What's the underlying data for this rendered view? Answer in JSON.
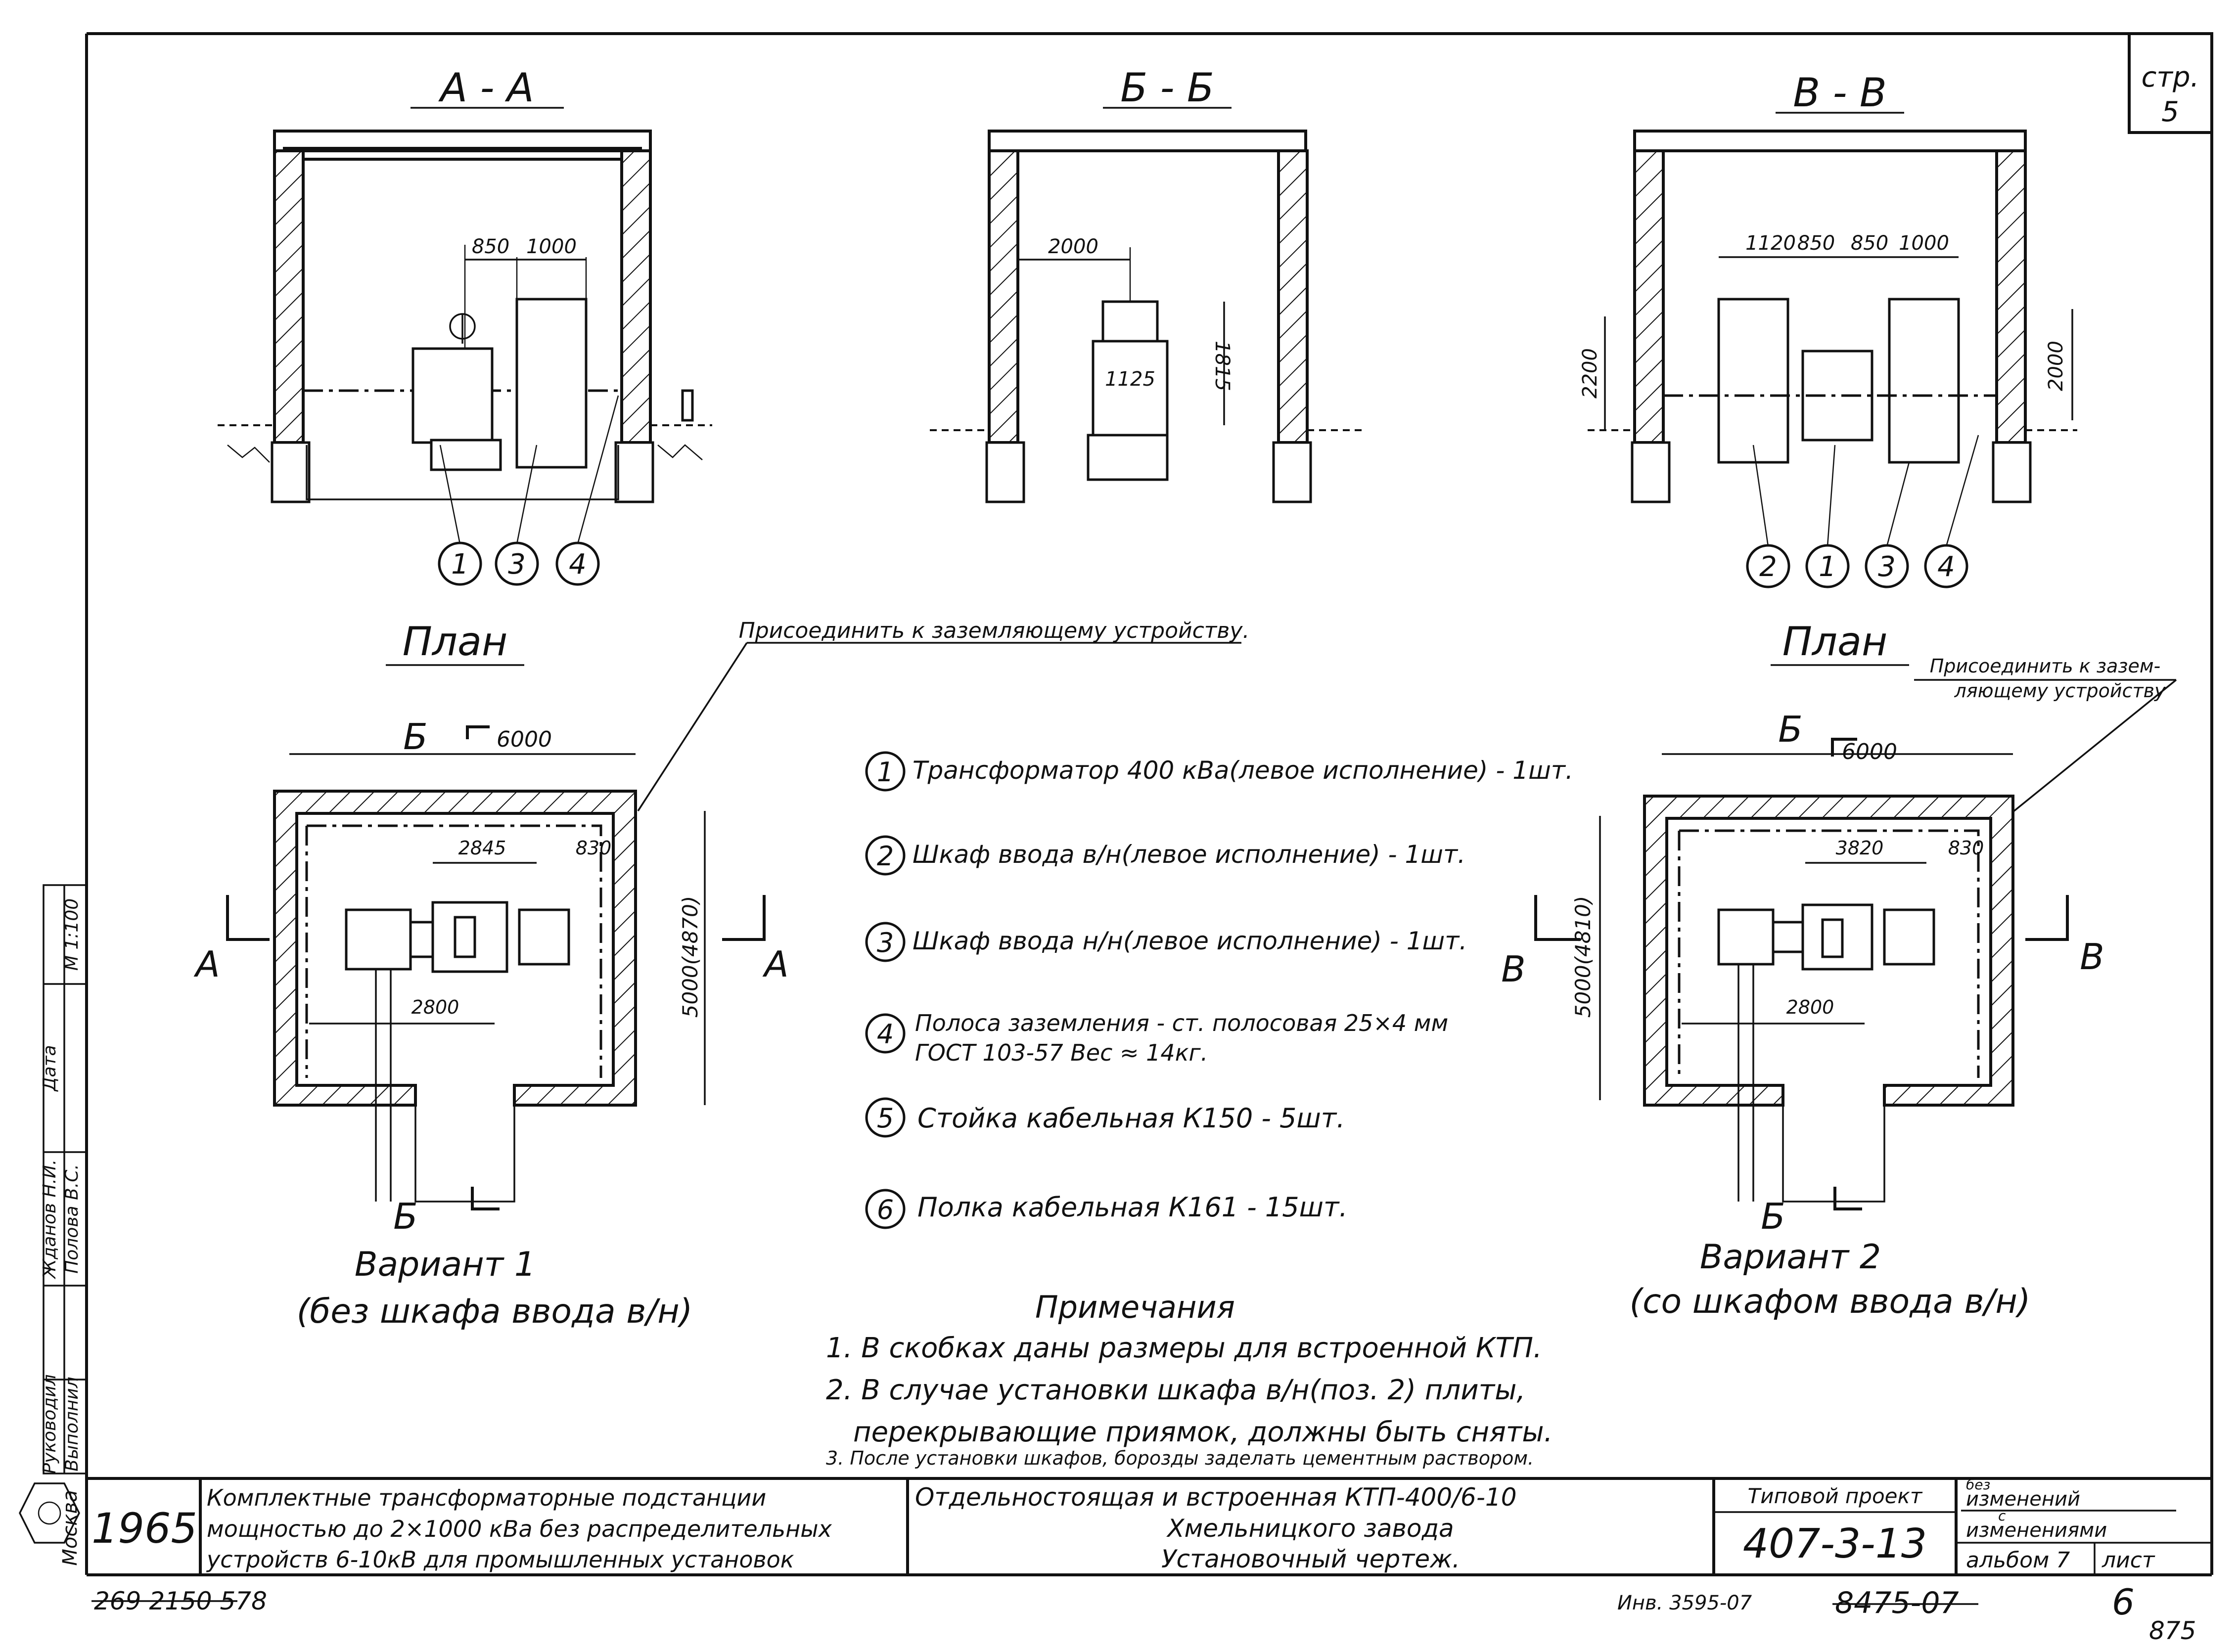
{
  "sheet": {
    "page_label": "стр.",
    "page_number": "5",
    "bottom_left_marks": "269 2150 578",
    "inventory": "Инв. 3595-07",
    "struck_number": "8475-07",
    "corner_number": "6",
    "corner_small": "875"
  },
  "sections": {
    "aa": {
      "title": "А - А",
      "dims": [
        "850",
        "1000"
      ],
      "callouts": [
        "1",
        "3",
        "4"
      ]
    },
    "bb": {
      "title": "Б - Б",
      "dims": [
        "2000",
        "1125",
        "1815"
      ]
    },
    "vv": {
      "title": "В - В",
      "dims": [
        "1120",
        "850",
        "850",
        "1000",
        "2200",
        "2000"
      ],
      "callouts": [
        "2",
        "1",
        "3",
        "4"
      ]
    }
  },
  "plan1": {
    "title": "План",
    "ground_note": "Присоединить к заземляющему устройству.",
    "dims": {
      "width": "6000",
      "height": "5000(4870)",
      "d1": "2845",
      "d2": "830",
      "d3": "2800"
    },
    "cut_labels": {
      "top": "Б",
      "bottom": "Б",
      "left": "А",
      "right": "А"
    },
    "variant": "Вариант 1",
    "variant_sub": "(без шкафа ввода в/н)"
  },
  "plan2": {
    "title": "План",
    "ground_note_1": "Присоединить к зазем-",
    "ground_note_2": "ляющему устройству",
    "dims": {
      "width": "6000",
      "height": "5000(4810)",
      "d1": "3820",
      "d2": "830",
      "d3": "2800"
    },
    "cut_labels": {
      "top": "Б",
      "bottom": "Б",
      "left": "В",
      "right": "В"
    },
    "variant": "Вариант 2",
    "variant_sub": "(со шкафом ввода в/н)"
  },
  "legend": [
    {
      "num": "1",
      "text": "Трансформатор 400 кВа(левое исполнение) - 1шт."
    },
    {
      "num": "2",
      "text": "Шкаф ввода в/н(левое исполнение) - 1шт."
    },
    {
      "num": "3",
      "text": "Шкаф ввода н/н(левое исполнение) - 1шт."
    },
    {
      "num": "4",
      "text": "Полоса заземления - ст. полосовая 25×4 мм",
      "text2": "ГОСТ 103-57 Вес ≈ 14кг."
    },
    {
      "num": "5",
      "text": "Стойка кабельная К150 - 5шт."
    },
    {
      "num": "6",
      "text": "Полка кабельная К161 - 15шт."
    }
  ],
  "notes": {
    "title": "Примечания",
    "items": [
      "1. В скобках даны размеры для встроенной КТП.",
      "2. В случае установки шкафа в/н(поз. 2) плиты,",
      "перекрывающие приямок, должны быть сняты.",
      "3. После установки шкафов, борозды заделать цементным раствором."
    ]
  },
  "side_stamp": {
    "role1": "Руководил",
    "role2": "Выполнил",
    "name1": "Жданов Н.И.",
    "name2": "Полова В.С.",
    "head1": "Дата",
    "scale": "М 1:100",
    "org": "Москва"
  },
  "title_block": {
    "year": "1965",
    "desc": [
      "Комплектные трансформаторные подстанции",
      "мощностью до 2×1000 кВа без распределительных",
      "устройств 6-10кВ для промышленных установок"
    ],
    "title": [
      "Отдельностоящая и встроенная КТП-400/6-10",
      "Хмельницкого завода",
      "Установочный чертеж."
    ],
    "project_label": "Типовой проект",
    "project_number": "407-3-13",
    "change_1": "без",
    "change_2": "изменений",
    "change_3": "с",
    "change_4": "изменениями",
    "album": "альбом 7",
    "sheet_label": "лист"
  }
}
